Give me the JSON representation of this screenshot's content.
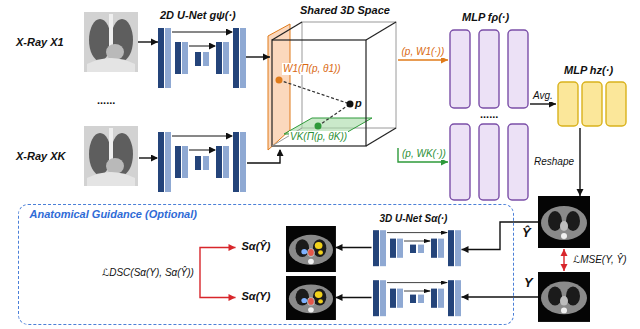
{
  "diagram": {
    "nodes": [
      {
        "text": [
          "X-Ray X1"
        ]
      },
      {
        "text": [
          "2D U-Net gψ(·)"
        ]
      },
      {
        "text": [
          "X-Ray XK"
        ]
      },
      {
        "text": [
          "Shared 3D Space"
        ]
      },
      {
        "text": [
          "MLP fρ(·)"
        ]
      },
      {
        "text": [
          "MLP hz(·)"
        ]
      },
      {
        "text": [
          "Ŷ"
        ]
      },
      {
        "text": [
          "Y"
        ]
      },
      {
        "text": [
          "Anatomical Guidance (Optional)"
        ]
      },
      {
        "text": [
          "3D U-Net Sα(·)"
        ],
        "in": 8
      },
      {
        "text": [
          "Sα(Ŷ)"
        ],
        "in": 8
      },
      {
        "text": [
          "Sα(Y)"
        ],
        "in": 8
      }
    ],
    "edges": [
      {
        "from": 0,
        "to": 1,
        "arrow": "to"
      },
      {
        "from": 1,
        "to": 3,
        "arrow": "to"
      },
      {
        "from": 3,
        "to": 4,
        "arrow": "to",
        "label": "(p, W1(·))"
      },
      {
        "from": 3,
        "to": 4,
        "arrow": "to",
        "label": "(p, WK(·))"
      },
      {
        "from": 4,
        "to": 5,
        "arrow": "to",
        "label": "Avg."
      },
      {
        "from": 5,
        "to": 6,
        "arrow": "to",
        "label": "Reshape"
      },
      {
        "from": 6,
        "to": 7,
        "arrow": "both",
        "label": "ℒMSE(Y, Ŷ)"
      },
      {
        "from": 6,
        "to": 9,
        "arrow": "to"
      },
      {
        "from": 7,
        "to": 9,
        "arrow": "to"
      },
      {
        "from": 9,
        "to": 10,
        "arrow": "to"
      },
      {
        "from": 9,
        "to": 11,
        "arrow": "to"
      },
      {
        "from": 10,
        "to": 11,
        "arrow": "both",
        "label": "ℒDSC(Sα(Y), Sα(Ŷ))"
      }
    ],
    "labels": [
      "......",
      "W1(Π(p, θ1))",
      "p",
      "VK(Π(p, θK))",
      "......"
    ]
  }
}
